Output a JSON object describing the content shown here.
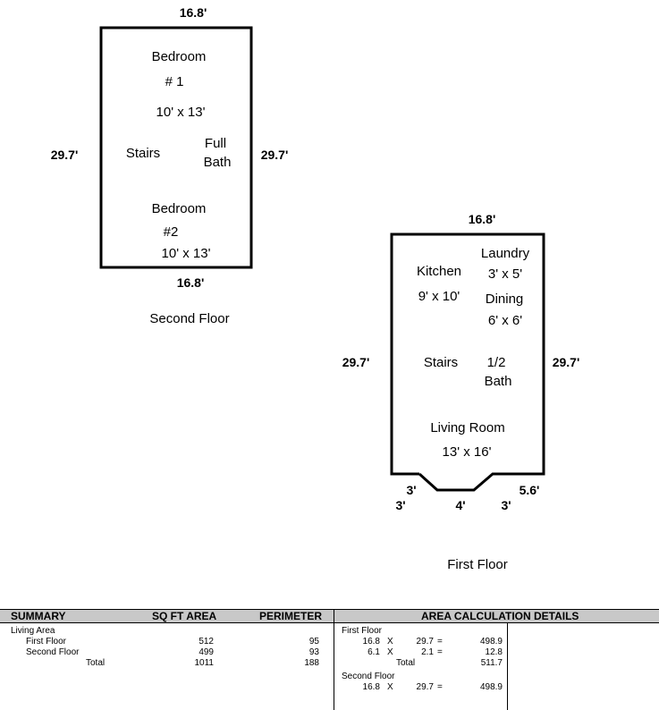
{
  "second_floor": {
    "dims": {
      "top": "16.8'",
      "bottom": "16.8'",
      "left": "29.7'",
      "right": "29.7'"
    },
    "rooms": {
      "bedroom1": {
        "name": "Bedroom",
        "num": "# 1",
        "size": "10' x 13'"
      },
      "stairs": "Stairs",
      "bath": {
        "line1": "Full",
        "line2": "Bath"
      },
      "bedroom2": {
        "name": "Bedroom",
        "num": "#2",
        "size": "10' x 13'"
      }
    },
    "label": "Second Floor"
  },
  "first_floor": {
    "dims": {
      "top": "16.8'",
      "left": "29.7'",
      "right": "29.7'",
      "bl1": "3'",
      "bl2": "3'",
      "bottom": "4'",
      "br1": "3'",
      "br2": "5.6'"
    },
    "rooms": {
      "laundry": {
        "name": "Laundry",
        "size": "3' x 5'"
      },
      "kitchen": {
        "name": "Kitchen",
        "size": "9' x 10'"
      },
      "dining": {
        "name": "Dining",
        "size": "6' x 6'"
      },
      "stairs": "Stairs",
      "half_bath": {
        "line1": "1/2",
        "line2": "Bath"
      },
      "living": {
        "name": "Living Room",
        "size": "13' x 16'"
      }
    },
    "label": "First Floor"
  },
  "summary": {
    "headers": {
      "summary": "SUMMARY",
      "sqft": "SQ FT AREA",
      "perimeter": "PERIMETER",
      "details": "AREA CALCULATION DETAILS"
    },
    "living_area": "Living Area",
    "rows": [
      {
        "name": "First Floor",
        "area": "512",
        "perim": "95"
      },
      {
        "name": "Second Floor",
        "area": "499",
        "perim": "93"
      }
    ],
    "total": {
      "name": "Total",
      "area": "1011",
      "perim": "188"
    },
    "details": {
      "first": {
        "title": "First Floor",
        "lines": [
          {
            "a": "16.8",
            "x": "X",
            "b": "29.7",
            "eq": "=",
            "r": "498.9"
          },
          {
            "a": "6.1",
            "x": "X",
            "b": "2.1",
            "eq": "=",
            "r": "12.8"
          }
        ],
        "total_label": "Total",
        "total": "511.7"
      },
      "second": {
        "title": "Second Floor",
        "lines": [
          {
            "a": "16.8",
            "x": "X",
            "b": "29.7",
            "eq": "=",
            "r": "498.9"
          }
        ]
      }
    }
  }
}
